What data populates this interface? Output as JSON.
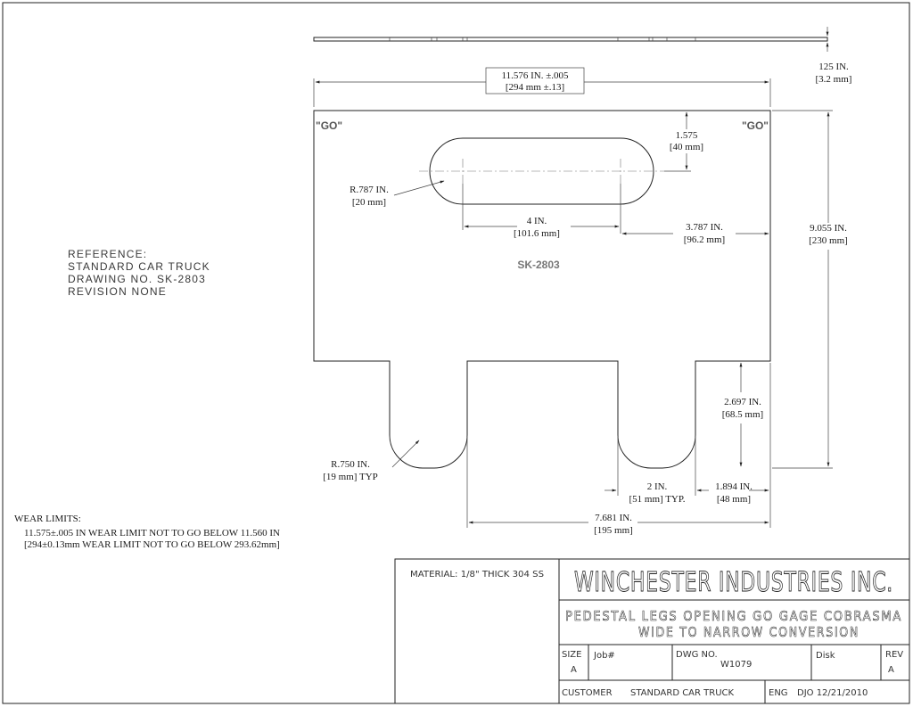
{
  "drawing": {
    "part_label": "SK-2803",
    "go_label": "\"GO\"",
    "reference": [
      "REFERENCE:",
      "STANDARD CAR TRUCK",
      "DRAWING NO. SK-2803",
      "REVISION NONE"
    ],
    "wear_limits": {
      "title": "WEAR LIMITS:",
      "lines": [
        "11.575±.005 IN  WEAR LIMIT NOT TO GO BELOW 11.560 IN",
        "[294±0.13mm WEAR LIMIT NOT TO GO BELOW 293.62mm]"
      ]
    },
    "dimensions": {
      "thickness": [
        "125 IN.",
        "[3.2 mm]"
      ],
      "overall_width": [
        "11.576 IN. ±.005",
        "[294 mm ±.13]"
      ],
      "slot_top": [
        "1.575",
        "[40 mm]"
      ],
      "slot_radius": [
        "R.787 IN.",
        "[20 mm]"
      ],
      "slot_length": [
        "4 IN.",
        "[101.6 mm]"
      ],
      "slot_offset": [
        "3.787 IN.",
        "[96.2 mm]"
      ],
      "height": [
        "9.055 IN.",
        "[230 mm]"
      ],
      "leg_height": [
        "2.697 IN.",
        "[68.5 mm]"
      ],
      "leg_radius": [
        "R.750 IN.",
        "[19 mm] TYP"
      ],
      "leg_width": [
        "2 IN.",
        "[51 mm] TYP."
      ],
      "leg_offset": [
        "1.894 IN.",
        "[48 mm]"
      ],
      "leg_span": [
        "7.681 IN.",
        "[195 mm]"
      ]
    }
  },
  "title_block": {
    "material": "MATERIAL: 1/8\" THICK 304 SS",
    "company": "WINCHESTER INDUSTRIES INC.",
    "title_line1": "PEDESTAL LEGS OPENING GO GAGE COBRASMA",
    "title_line2": "WIDE TO NARROW CONVERSION",
    "size_label": "SIZE",
    "size_value": "A",
    "job_label": "Job#",
    "dwg_label": "DWG NO.",
    "dwg_value": "W1079",
    "disk_label": "Disk",
    "rev_label": "REV",
    "rev_value": "A",
    "customer_label": "CUSTOMER",
    "customer_value": "STANDARD CAR TRUCK",
    "eng_label": "ENG",
    "eng_value": "DJO 12/21/2010"
  }
}
